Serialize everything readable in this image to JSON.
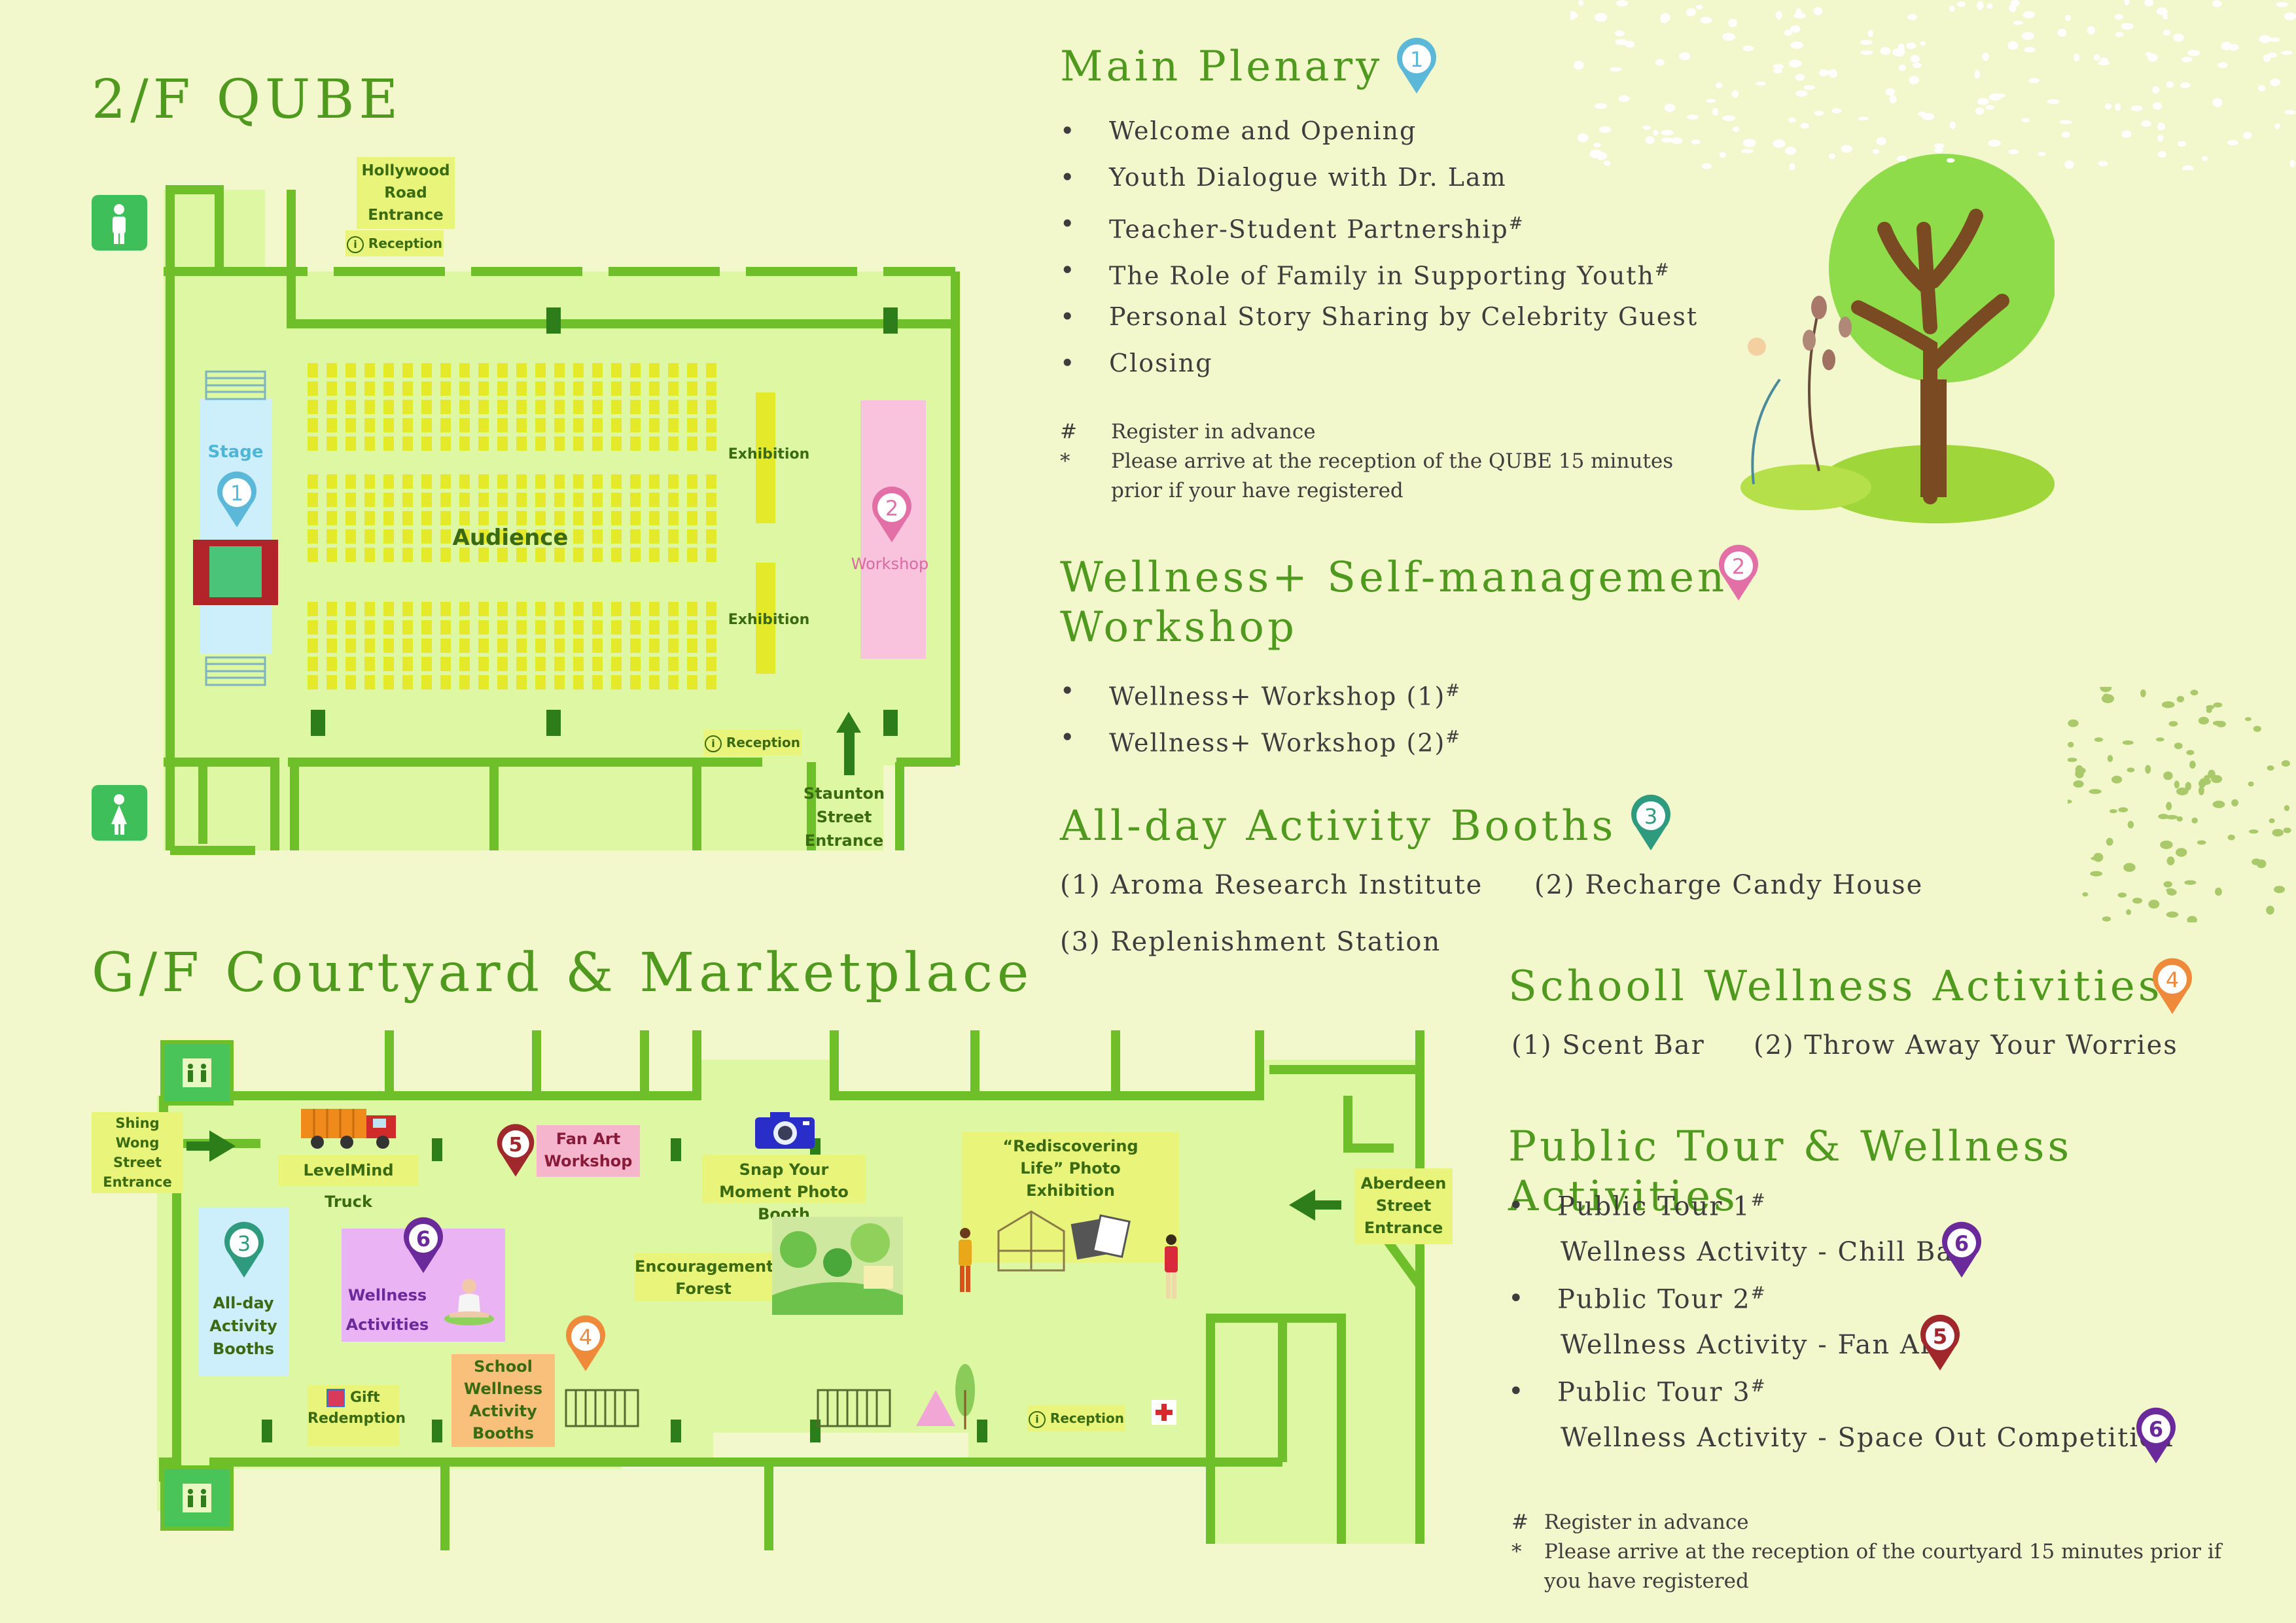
{
  "qube": {
    "title": "2/F QUBE",
    "hollywood_entrance": "Hollywood Road Entrance",
    "reception_label": "Reception",
    "stage": "Stage",
    "audience": "Audience",
    "exhibition": "Exhibition",
    "workshop": "Workshop",
    "staunton_entrance": "Staunton Street Entrance"
  },
  "courtyard": {
    "title": "G/F Courtyard & Marketplace",
    "shing_wong_entrance": "Shing Wong Street Entrance",
    "levelmind_truck": "LevelMind Truck",
    "fan_art_workshop": "Fan Art Workshop",
    "snap_photo_booth": "Snap Your Moment Photo Booth",
    "rediscovering_life": "“Rediscovering Life” Photo Exhibition",
    "aberdeen_entrance": "Aberdeen Street Entrance",
    "all_day_booths": "All-day Activity Booths",
    "wellness_activities": "Wellness Activities",
    "encouragement_forest": "Encouragement Forest",
    "gift_redemption": "Gift Redemption",
    "school_wellness_booths": "School Wellness Activity Booths",
    "reception_label": "Reception"
  },
  "main_plenary": {
    "heading": "Main Plenary",
    "pin": "1",
    "items": [
      "Welcome and Opening",
      "Youth Dialogue with Dr. Lam",
      "Teacher-Student Partnership",
      "The Role of Family in Supporting Youth",
      "Personal Story Sharing by Celebrity Guest",
      "Closing"
    ],
    "sup": "#",
    "note_hash_symbol": "#",
    "note_hash": "Register in advance",
    "note_star_symbol": "*",
    "note_star": "Please arrive at the reception of the QUBE 15 minutes prior if your have registered"
  },
  "wellness_workshop": {
    "heading_line1": "Wellness+ Self-management",
    "heading_line2": "Workshop",
    "pin": "2",
    "items": [
      "Wellness+ Workshop (1)",
      "Wellness+ Workshop (2)"
    ]
  },
  "booths": {
    "heading": "All-day Activity Booths",
    "pin": "3",
    "item1": "(1) Aroma Research Institute",
    "item2": "(2) Recharge Candy House",
    "item3": "(3) Replenishment Station"
  },
  "school": {
    "heading": "Schooll Wellness Activities",
    "pin": "4",
    "item1": "(1) Scent Bar",
    "item2": "(2) Throw Away Your Worries"
  },
  "tour": {
    "heading": "Public Tour & Wellness Activities",
    "tours": [
      {
        "tour": "Public Tour 1",
        "activity": "Wellness Activity - Chill Bar",
        "pin": "6"
      },
      {
        "tour": "Public Tour 2",
        "activity": "Wellness Activity - Fan Art",
        "pin": "5"
      },
      {
        "tour": "Public Tour 3",
        "activity": "Wellness Activity - Space Out Competition",
        "pin": "6"
      }
    ],
    "note_hash": "Register in advance",
    "note_star": "Please arrive at the reception of the courtyard 15 minutes prior if you have registered"
  },
  "colors": {
    "pin1": "#5cb8d8",
    "pin2": "#e26fa6",
    "pin3": "#2e9a7e",
    "pin4": "#ee8a3a",
    "pin5": "#a0282d",
    "pin6": "#6a2a9a",
    "title_green": "#4f9a1e",
    "wall": "#6fbf2a",
    "floor": "#def7a3"
  }
}
